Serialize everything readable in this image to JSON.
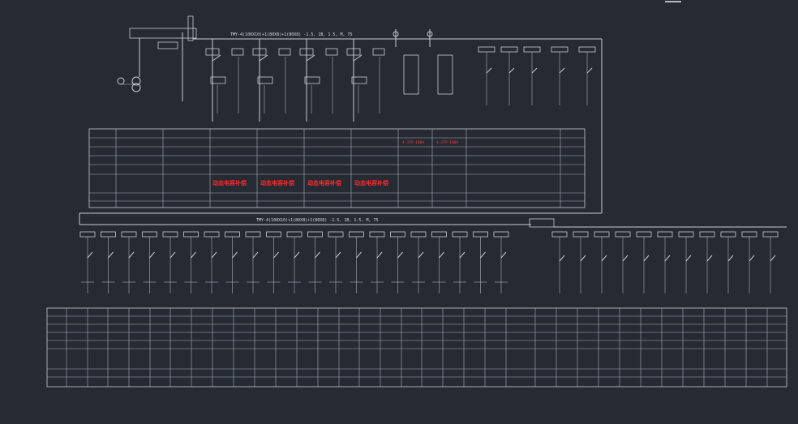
{
  "bus_label_upper": "TMY-4(100X10)+1(80X8)+1(80X8) -1.5, 1B, 1.5, M, 75",
  "bus_label_lower": "TMY-4(100X10)+1(80X8)+1(80X8) -1.5, 1B, 1.5, M, 75",
  "capacitor_label": "动态电容补偿",
  "capacitor_cells": [
    "动态电容补偿",
    "动态电容补偿",
    "动态电容补偿",
    "动态电容补偿"
  ],
  "red_small_labels": [
    "4-3TP-180A",
    "4-3TP-180A"
  ],
  "colors": {
    "background": "#252a33",
    "line": "#c8cdd4",
    "accent": "#ff2a2a"
  }
}
